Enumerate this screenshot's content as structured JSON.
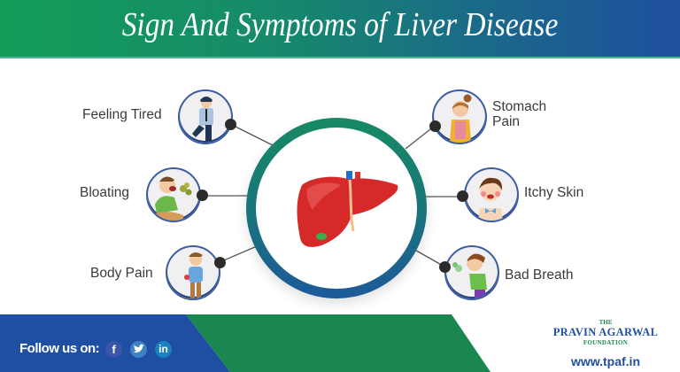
{
  "header": {
    "title": "Sign And Symptoms of Liver Disease"
  },
  "center": {
    "icon": "liver-icon",
    "ring_colors": [
      "#178a63",
      "#1d5a9a"
    ]
  },
  "symptoms": {
    "left": [
      {
        "label": "Feeling Tired",
        "icon": "tired-person-icon"
      },
      {
        "label": "Bloating",
        "icon": "bloating-person-icon"
      },
      {
        "label": "Body Pain",
        "icon": "body-pain-person-icon"
      }
    ],
    "right": [
      {
        "label_line1": "Stomach",
        "label_line2": "Pain",
        "icon": "stomach-pain-person-icon"
      },
      {
        "label": "Itchy Skin",
        "icon": "itchy-skin-person-icon"
      },
      {
        "label": "Bad Breath",
        "icon": "bad-breath-person-icon"
      }
    ]
  },
  "footer": {
    "follow_label": "Follow us on:",
    "social": [
      {
        "name": "facebook",
        "glyph": "f",
        "color": "#3b55a8"
      },
      {
        "name": "twitter",
        "glyph": "t",
        "color": "#3d82c4"
      },
      {
        "name": "linkedin",
        "glyph": "in",
        "color": "#1b80c0"
      }
    ],
    "brand": {
      "the": "THE",
      "name": "PRAVIN AGARWAL",
      "foundation": "FOUNDATION",
      "url": "www.tpaf.in"
    },
    "colors": {
      "blue": "#1f4fa3",
      "green": "#1a8650"
    }
  }
}
